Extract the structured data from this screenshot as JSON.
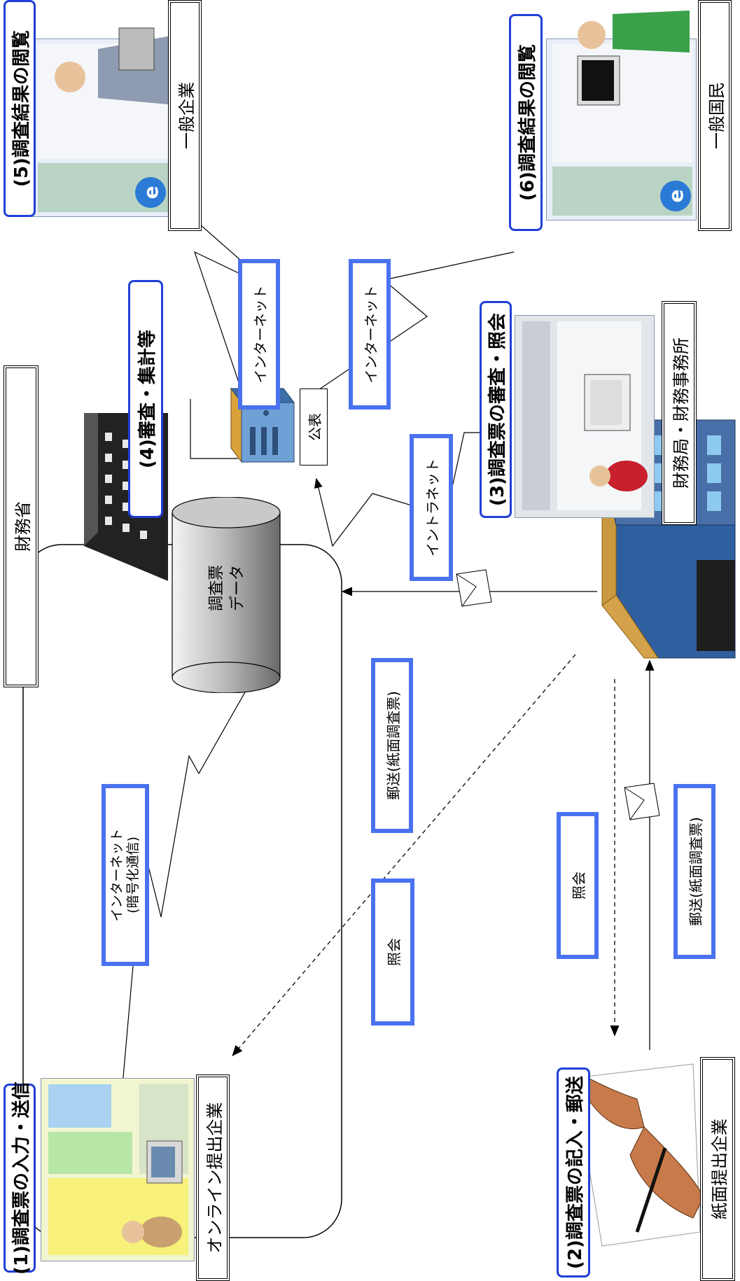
{
  "titles": {
    "t1": "(1)調査票の入力・送信",
    "t2": "(2)調査票の記入・郵送",
    "t3": "(3)調査票の審査・照会",
    "t4": "(4)審査・集計等",
    "t5": "(5)調査結果の閲覧",
    "t6": "(6)調査結果の閲覧"
  },
  "entities": {
    "online_company": "オンライン提出企業",
    "paper_company": "紙面提出企業",
    "finance_bureau": "財務局・財務事務所",
    "ministry": "財務省",
    "general_company": "一般企業",
    "general_public": "一般国民",
    "publish": "公表",
    "db_line1": "調査票",
    "db_line2": "データ"
  },
  "links": {
    "internet_enc_line1": "インターネット",
    "internet_enc_line2": "(暗号化通信)",
    "inquiry_left": "照会",
    "mail_center": "郵送(紙面調査票)",
    "inquiry_right": "照会",
    "mail_right": "郵送(紙面調査票)",
    "intranet": "イントラネット",
    "internet_5": "インターネット",
    "internet_6": "インターネット"
  },
  "colors": {
    "title_border": "#1f3fd8",
    "label_border": "#4a72f0",
    "line": "#000000"
  }
}
